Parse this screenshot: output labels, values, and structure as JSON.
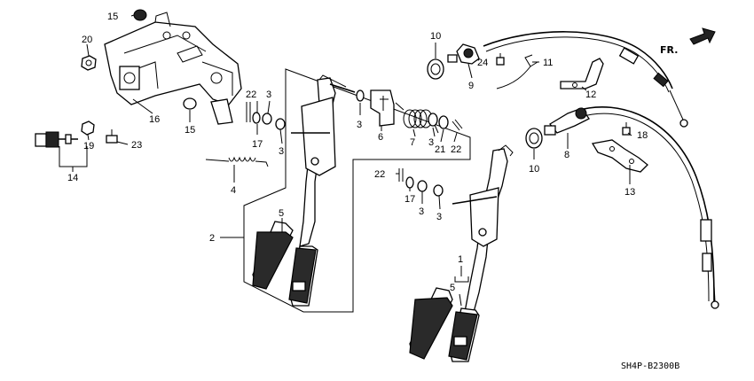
{
  "diagram": {
    "code": "SH4P-B2300B",
    "direction_label": "FR.",
    "callouts": {
      "c15a": "15",
      "c20": "20",
      "c16": "16",
      "c15b": "15",
      "c22a": "22",
      "c3a": "3",
      "c17a": "17",
      "c3b": "3",
      "c19": "19",
      "c23": "23",
      "c14": "14",
      "c4": "4",
      "c2": "2",
      "c5a": "5",
      "c3c": "3",
      "c6": "6",
      "c7": "7",
      "c3d": "3",
      "c21": "21",
      "c22b": "22",
      "c10a": "10",
      "c24": "24",
      "c9": "9",
      "c11": "11",
      "c12": "12",
      "c10b": "10",
      "c8": "8",
      "c18": "18",
      "c13": "13",
      "c22c": "22",
      "c17b": "17",
      "c3e": "3",
      "c3f": "3",
      "c1": "1",
      "c5b": "5"
    }
  }
}
